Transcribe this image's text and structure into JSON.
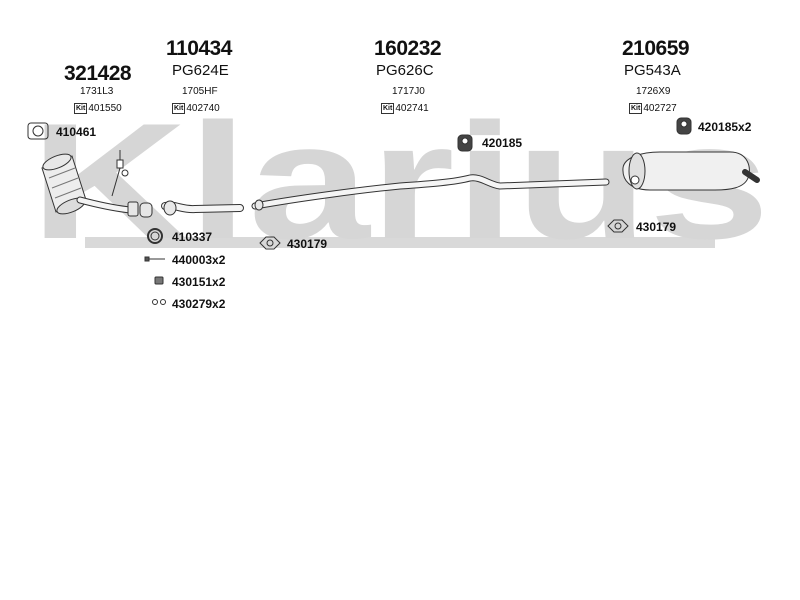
{
  "watermark": {
    "text": "Klarius",
    "color": "#d0d0d0"
  },
  "groups": [
    {
      "part_number": "321428",
      "code": "",
      "oem": "1731L3",
      "kit_label": "Kit",
      "kit": "401550"
    },
    {
      "part_number": "110434",
      "code": "PG624E",
      "oem": "1705HF",
      "kit_label": "Kit",
      "kit": "402740"
    },
    {
      "part_number": "160232",
      "code": "PG626C",
      "oem": "1717J0",
      "kit_label": "Kit",
      "kit": "402741"
    },
    {
      "part_number": "210659",
      "code": "PG543A",
      "oem": "1726X9",
      "kit_label": "Kit",
      "kit": "402727"
    }
  ],
  "accessories": {
    "a410461": "410461",
    "a410337": "410337",
    "a440003": "440003x2",
    "a430151": "430151x2",
    "a430279": "430279x2",
    "a430179_mid": "430179",
    "a420185": "420185",
    "a420185x2": "420185x2",
    "a430179_right": "430179"
  },
  "colors": {
    "line": "#333333",
    "fill_light": "#f2f2f2",
    "fill_dark": "#555555"
  }
}
